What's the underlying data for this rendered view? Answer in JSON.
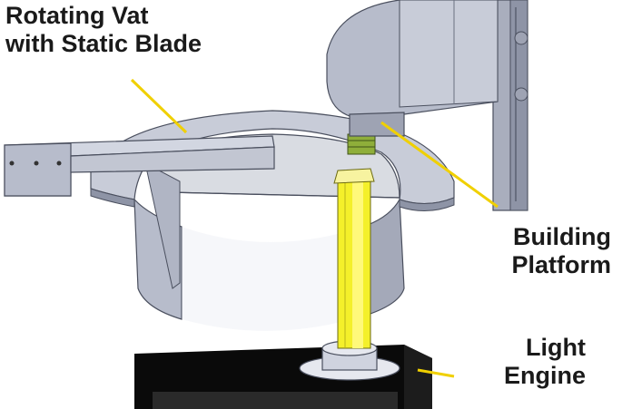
{
  "labels": {
    "vat": {
      "line1": "Rotating Vat",
      "line2": "with Static Blade"
    },
    "platform": {
      "line1": "Building",
      "line2": "Platform"
    },
    "engine": {
      "line1": "Light",
      "line2": "Engine"
    }
  },
  "colors": {
    "leader": "#f0d000",
    "resin_column": "#f4f02a",
    "part": "#8fae3a",
    "metal_light": "#dde1ec",
    "metal_mid": "#b7bccb",
    "metal_dark": "#8e94a6",
    "edge": "#4a4f5e",
    "engine_box": "#0a0a0a"
  }
}
